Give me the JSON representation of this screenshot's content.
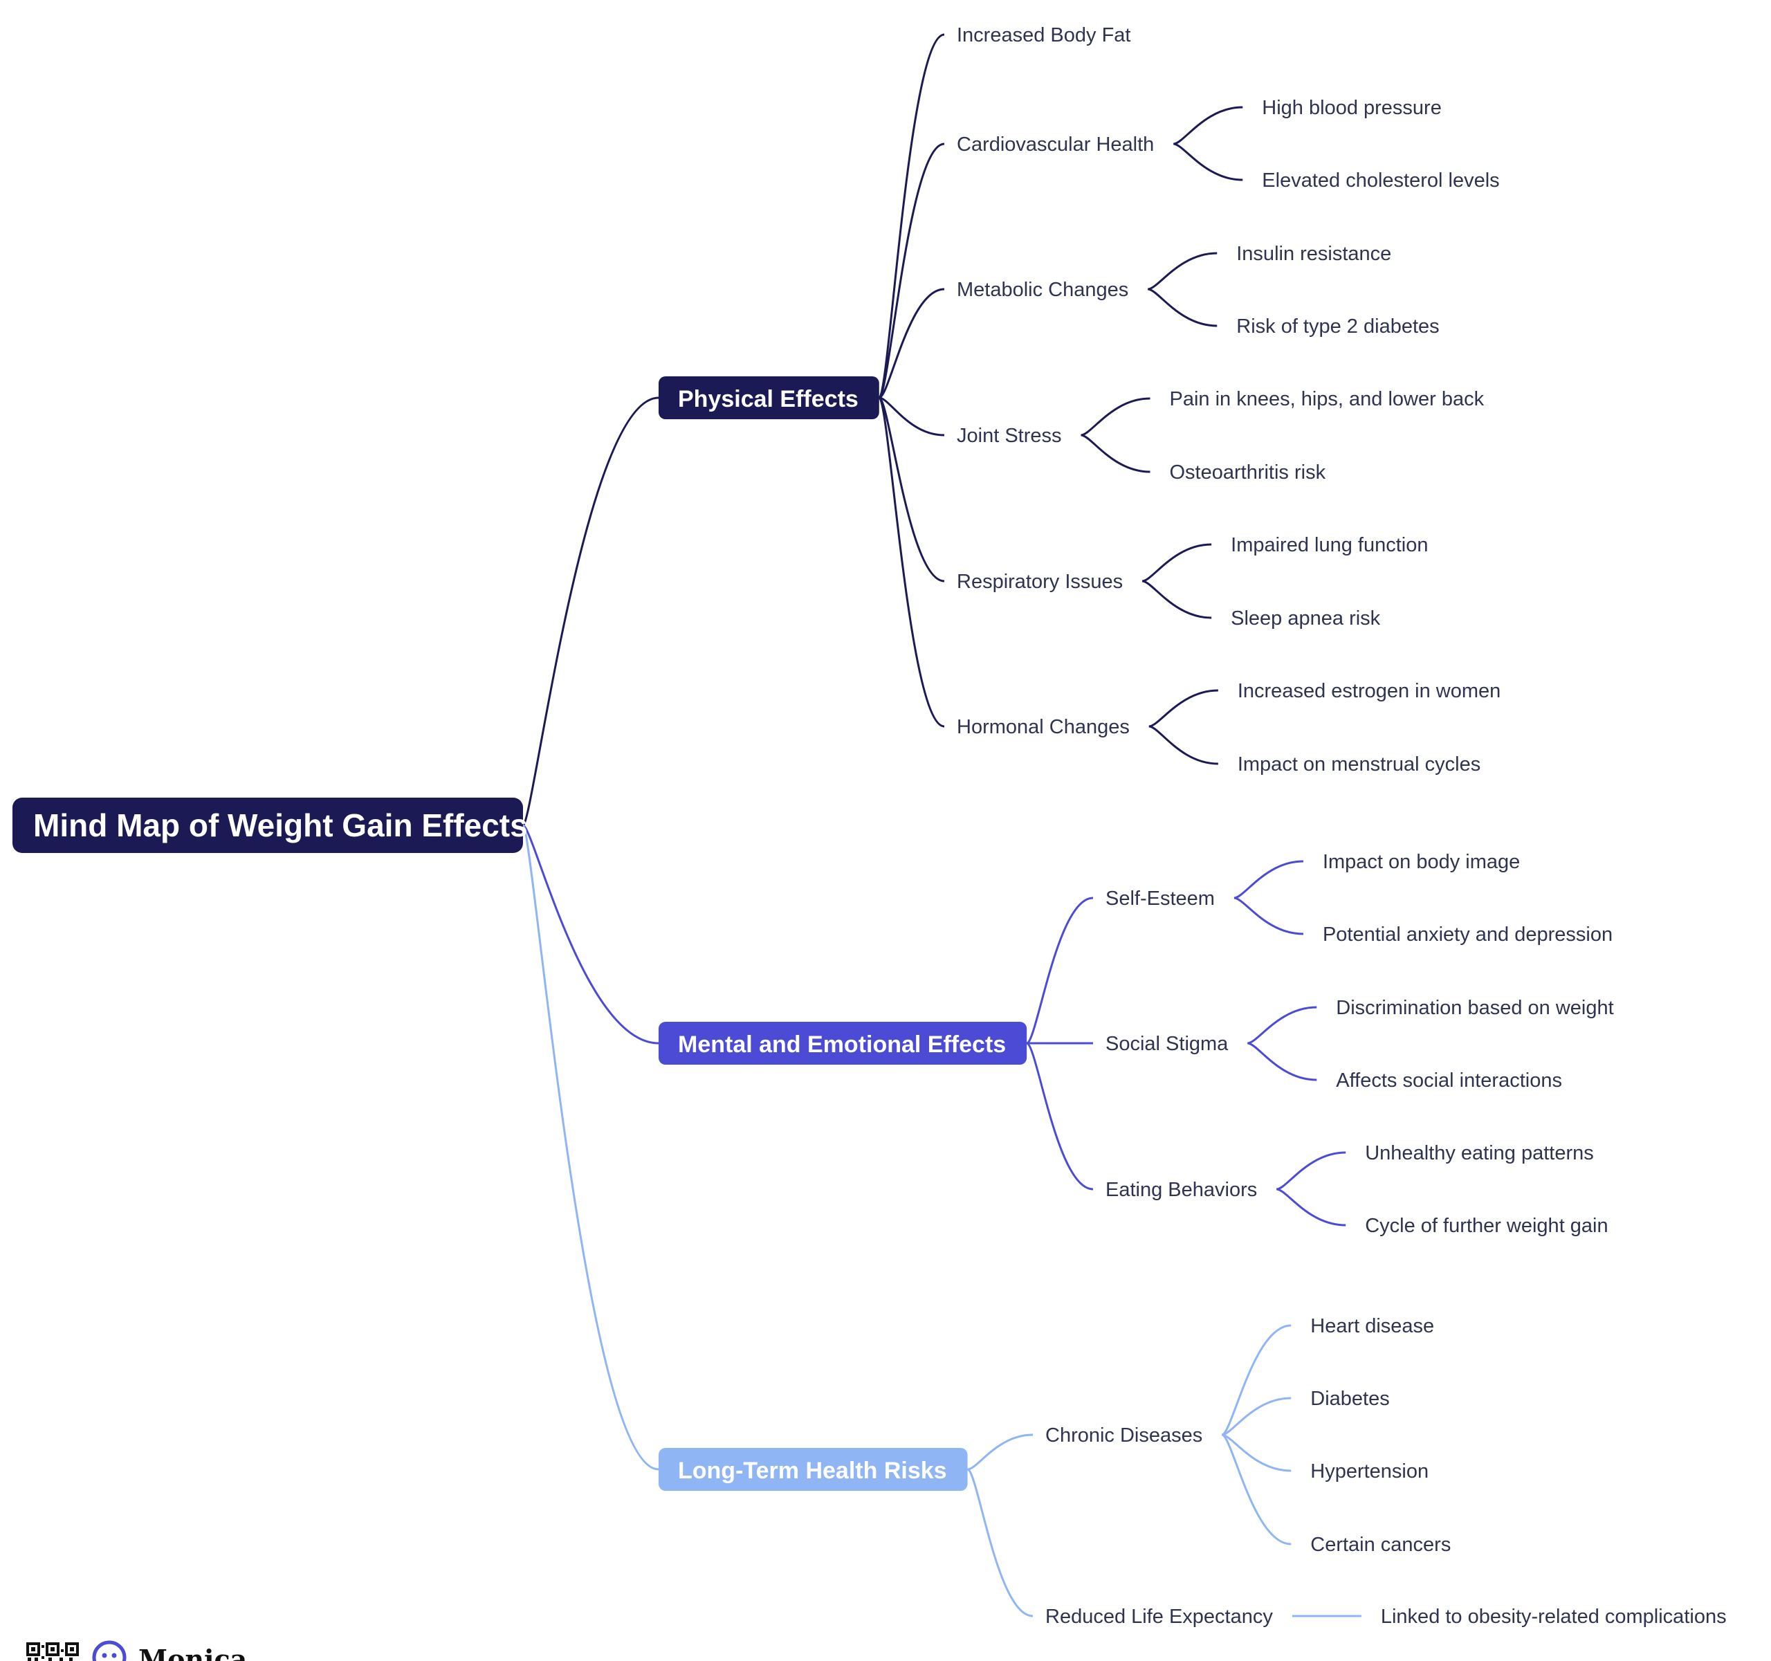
{
  "colors": {
    "root": "#1b1a55",
    "physical": "#1b1a55",
    "mental": "#4b4bd6",
    "longterm": "#8fb5f5",
    "text": "#2e3450"
  },
  "root": {
    "label": "Mind Map of Weight Gain Effects"
  },
  "branches": [
    {
      "label": "Physical Effects",
      "color_key": "physical",
      "children": [
        {
          "label": "Increased Body Fat",
          "children": []
        },
        {
          "label": "Cardiovascular Health",
          "children": [
            "High blood pressure",
            "Elevated cholesterol levels"
          ]
        },
        {
          "label": "Metabolic Changes",
          "children": [
            "Insulin resistance",
            "Risk of type 2 diabetes"
          ]
        },
        {
          "label": "Joint Stress",
          "children": [
            "Pain in knees, hips, and lower back",
            "Osteoarthritis risk"
          ]
        },
        {
          "label": "Respiratory Issues",
          "children": [
            "Impaired lung function",
            "Sleep apnea risk"
          ]
        },
        {
          "label": "Hormonal Changes",
          "children": [
            "Increased estrogen in women",
            "Impact on menstrual cycles"
          ]
        }
      ]
    },
    {
      "label": "Mental and Emotional Effects",
      "color_key": "mental",
      "children": [
        {
          "label": "Self-Esteem",
          "children": [
            "Impact on body image",
            "Potential anxiety and depression"
          ]
        },
        {
          "label": "Social Stigma",
          "children": [
            "Discrimination based on weight",
            "Affects social interactions"
          ]
        },
        {
          "label": "Eating Behaviors",
          "children": [
            "Unhealthy eating patterns",
            "Cycle of further weight gain"
          ]
        }
      ]
    },
    {
      "label": "Long-Term Health Risks",
      "color_key": "longterm",
      "children": [
        {
          "label": "Chronic Diseases",
          "children": [
            "Heart disease",
            "Diabetes",
            "Hypertension",
            "Certain cancers"
          ]
        },
        {
          "label": "Reduced Life Expectancy",
          "children": [
            "Linked to obesity-related complications"
          ]
        }
      ]
    }
  ],
  "footer": {
    "brand": "Monica",
    "qr_icon": "qr-code-icon",
    "logo_icon": "monica-logo-icon"
  }
}
